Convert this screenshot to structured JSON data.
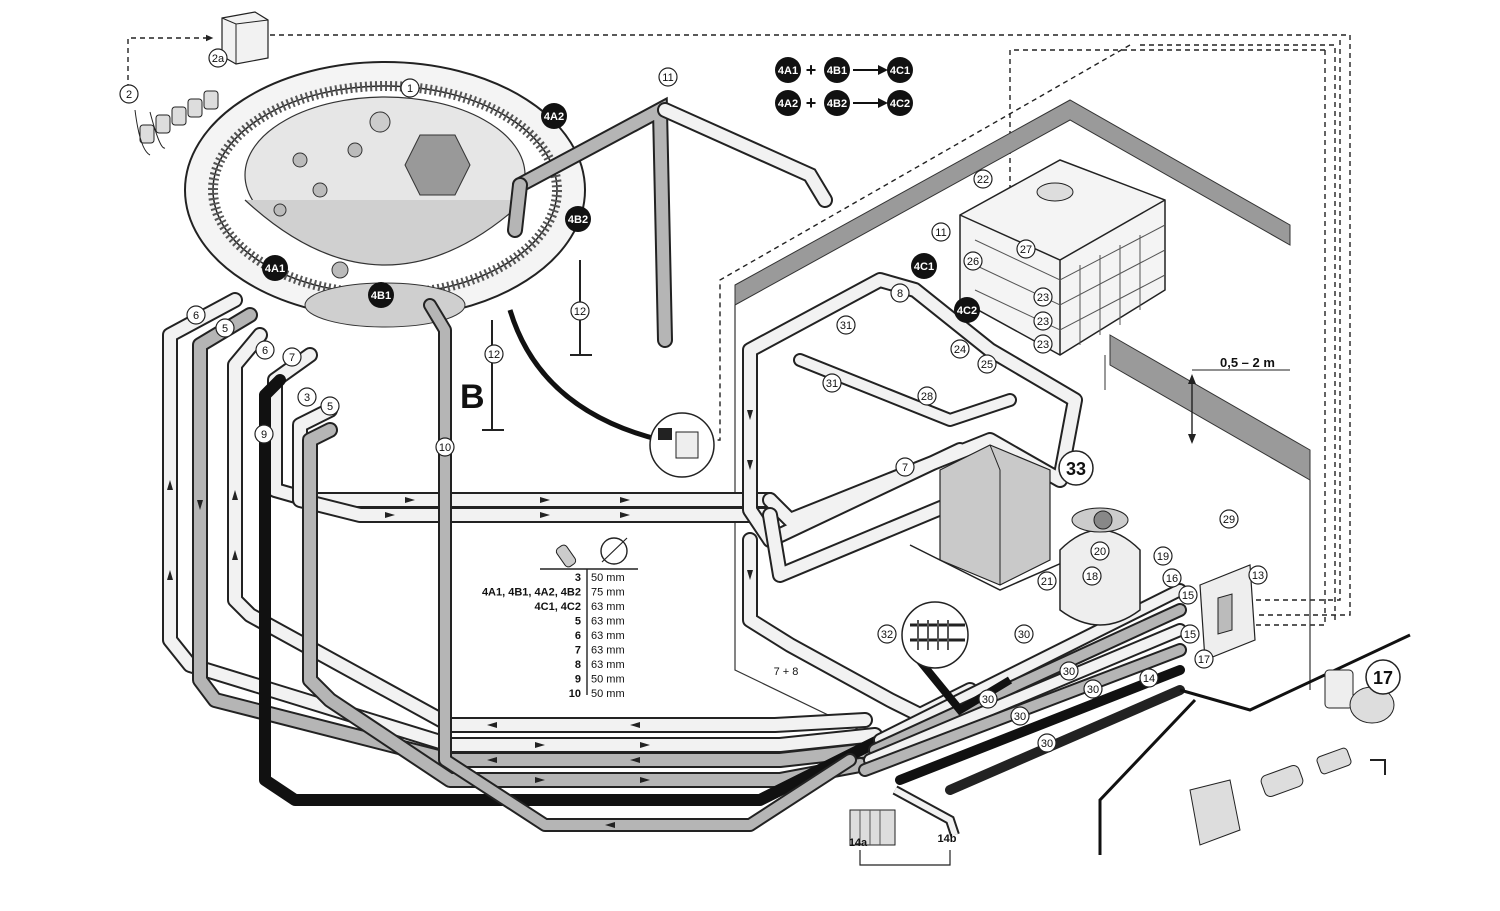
{
  "callouts": {
    "c1": "1",
    "c2": "2",
    "c2a": "2a",
    "c3": "3",
    "c5a": "5",
    "c5b": "5",
    "c6a": "6",
    "c6b": "6",
    "c7a": "7",
    "c7b": "7",
    "c8": "8",
    "c9": "9",
    "c10": "10",
    "c11a": "11",
    "c11b": "11",
    "c12a": "12",
    "c12b": "12",
    "c13": "13",
    "c14": "14",
    "c15a": "15",
    "c15b": "15",
    "c16": "16",
    "c17a": "17",
    "c18": "18",
    "c19": "19",
    "c20": "20",
    "c21": "21",
    "c22": "22",
    "c23a": "23",
    "c23b": "23",
    "c23c": "23",
    "c24": "24",
    "c25": "25",
    "c26": "26",
    "c27": "27",
    "c28": "28",
    "c29": "29",
    "c30a": "30",
    "c30b": "30",
    "c30c": "30",
    "c30d": "30",
    "c30e": "30",
    "c30f": "30",
    "c30g": "30",
    "c31a": "31",
    "c31b": "31",
    "c32": "32",
    "c7plus8": "7 + 8"
  },
  "dark_callouts": {
    "d4A1": "4A1",
    "d4A2": "4A2",
    "d4B1": "4B1",
    "d4B2": "4B2",
    "d4C1": "4C1",
    "d4C2": "4C2"
  },
  "formula": {
    "r1a": "4A1",
    "r1b": "4B1",
    "r1c": "4C1",
    "r2a": "4A2",
    "r2b": "4B2",
    "r2c": "4C2",
    "plus": "+"
  },
  "big_labels": {
    "b": "B",
    "c33": "33",
    "c17": "17"
  },
  "height_label": "0,5 – 2 m",
  "bottom_labels": {
    "b14a": "14a",
    "b14b": "14b"
  },
  "table": {
    "rows": [
      {
        "ref": "3",
        "dia": "50 mm"
      },
      {
        "ref": "4A1, 4B1, 4A2, 4B2",
        "dia": "75 mm"
      },
      {
        "ref": "4C1, 4C2",
        "dia": "63 mm"
      },
      {
        "ref": "5",
        "dia": "63 mm"
      },
      {
        "ref": "6",
        "dia": "63 mm"
      },
      {
        "ref": "7",
        "dia": "63 mm"
      },
      {
        "ref": "8",
        "dia": "63 mm"
      },
      {
        "ref": "9",
        "dia": "50 mm"
      },
      {
        "ref": "10",
        "dia": "50 mm"
      }
    ]
  },
  "colors": {
    "stroke": "#222222",
    "pipe_light": "#f2f2f2",
    "pipe_mid": "#b5b5b5",
    "pipe_dark": "#1a1a1a",
    "wall": "#9a9a9a",
    "dark_badge": "#111111"
  }
}
